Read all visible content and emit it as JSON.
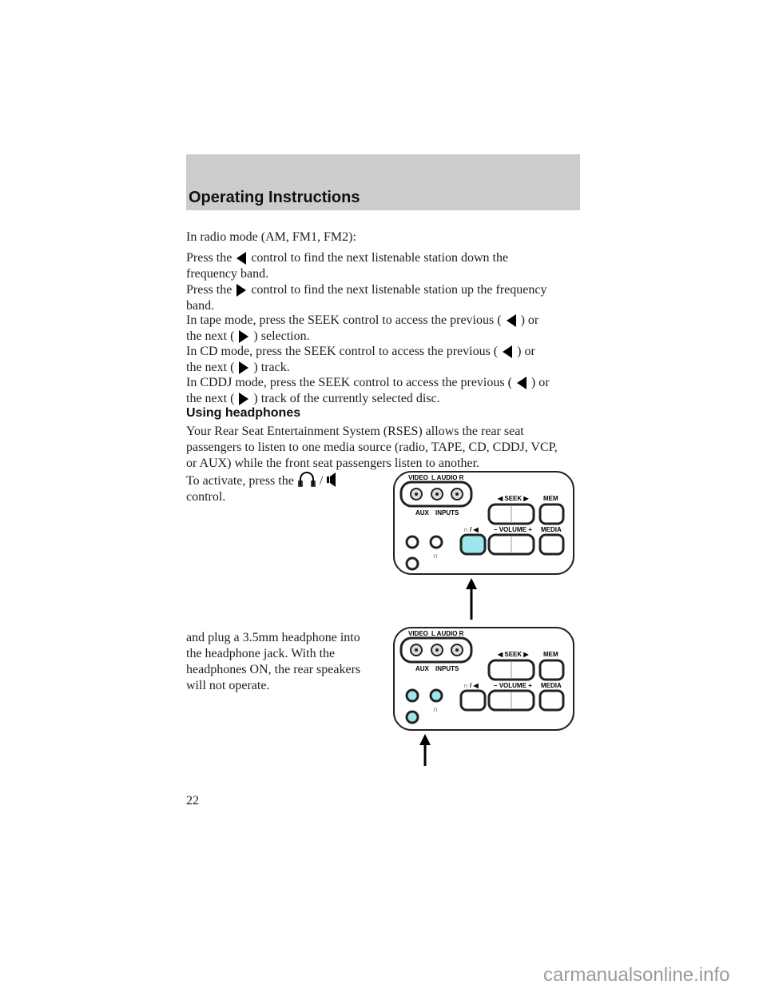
{
  "header": {
    "title": "Operating Instructions"
  },
  "paragraphs": {
    "radio_mode": "In radio mode (AM, FM1, FM2):",
    "press_down_a": "Press the",
    "press_down_b": "control to find the next listenable station down the",
    "press_down_c": "frequency band.",
    "press_up_a": "Press the",
    "press_up_b": "control to find the next listenable station up the frequency",
    "press_up_c": "band.",
    "tape_a": "In tape mode, press the SEEK control to access the previous (",
    "tape_b": ") or",
    "tape_c": "the next (",
    "tape_d": ") selection.",
    "cd_a": "In CD mode, press the SEEK control to access the previous (",
    "cd_b": ") or",
    "cd_c": "the next (",
    "cd_d": ") track.",
    "cddj_a": "In CDDJ mode, press the SEEK control to access the previous (",
    "cddj_b": ") or",
    "cddj_c": "the next (",
    "cddj_d": ") track of the currently selected disc."
  },
  "section": {
    "title": "Using headphones",
    "intro_1": "Your Rear Seat Entertainment System (RSES) allows the rear seat",
    "intro_2": "passengers to listen to one media source (radio, TAPE, CD, CDDJ, VCP,",
    "intro_3": "or AUX) while the front seat passengers listen to another.",
    "activate_a": "To activate, press the",
    "activate_b": "/",
    "activate_c": "control.",
    "plug_1": "and plug a 3.5mm headphone into",
    "plug_2": "the headphone jack. With the",
    "plug_3": "headphones ON, the rear speakers",
    "plug_4": "will not operate."
  },
  "panel": {
    "video": "VIDEO",
    "audio": "L AUDIO R",
    "aux": "AUX",
    "inputs": "INPUTS",
    "seek": "SEEK",
    "volume": "VOLUME",
    "minus": "–",
    "plus": "+",
    "mem": "MEM",
    "media": "MEDIA",
    "highlight_color": "#9de6ec"
  },
  "page_number": "22",
  "watermark": "carmanualsonline.info"
}
